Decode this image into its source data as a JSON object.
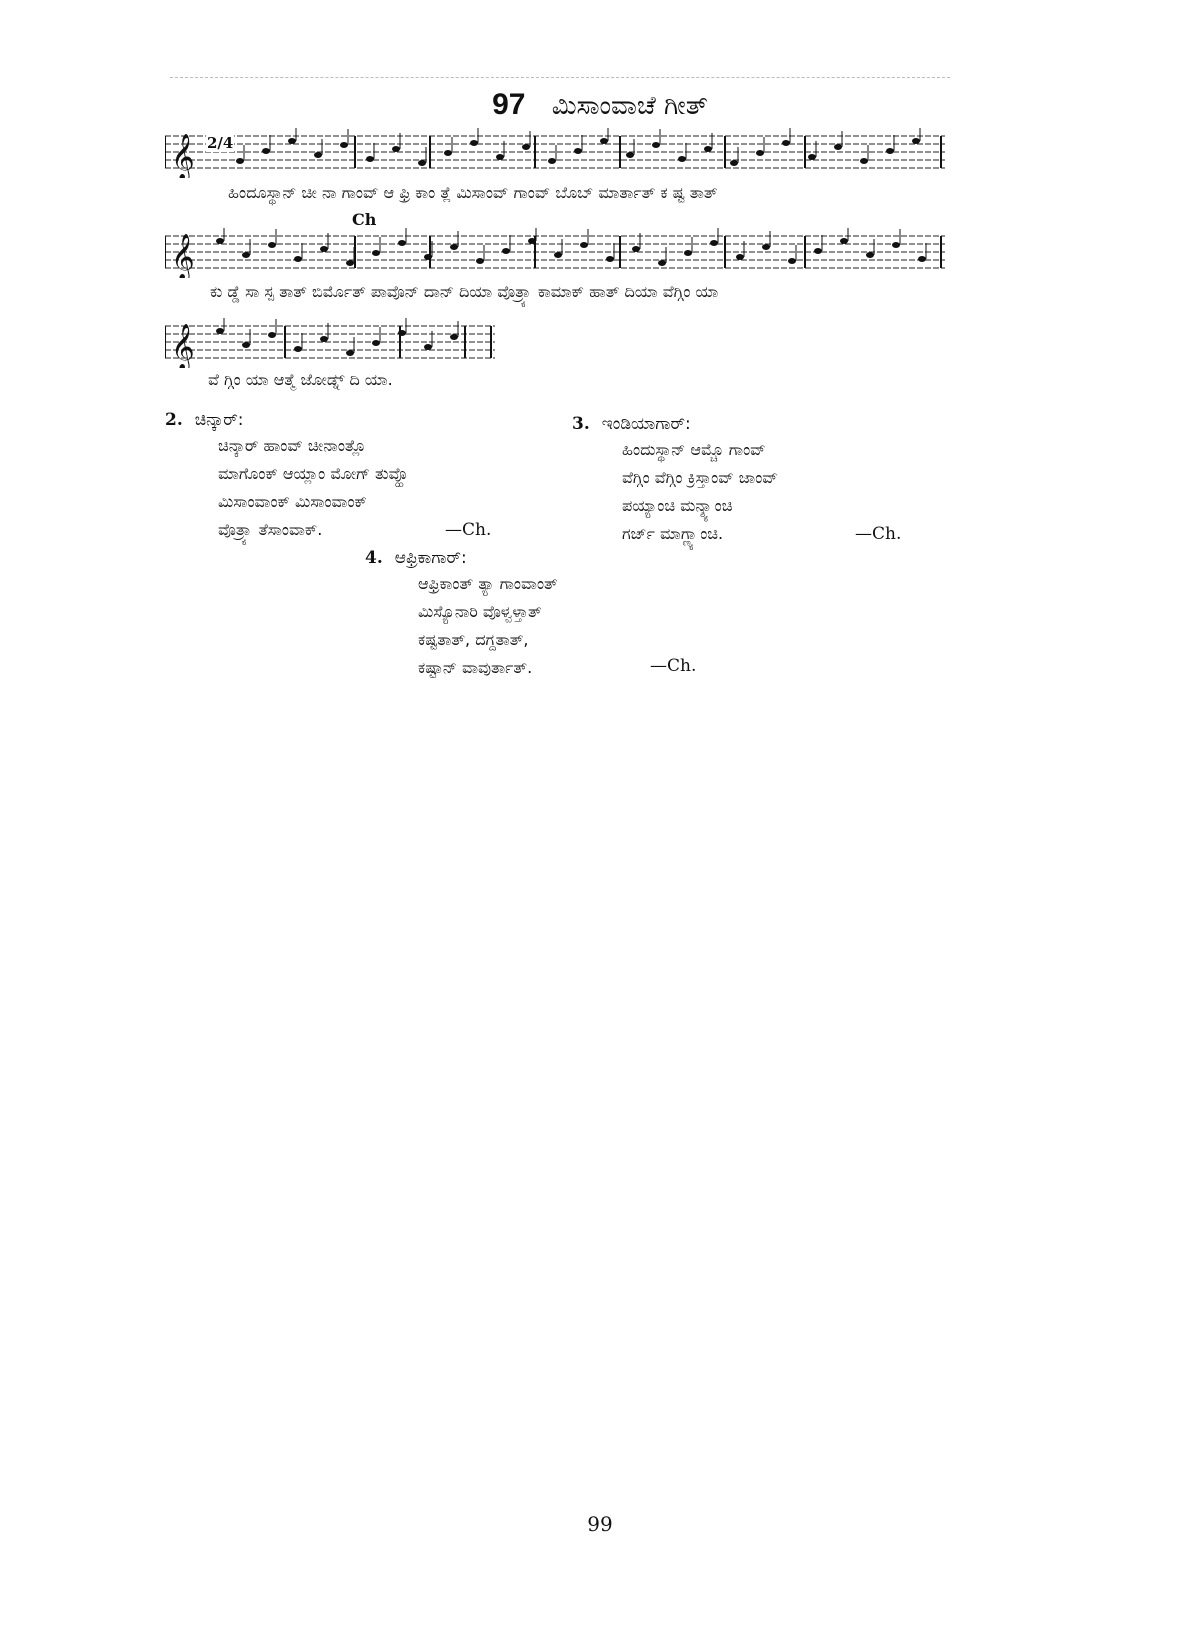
{
  "hymn": {
    "number": "97",
    "title": "ಮಿಸಾಂವಾಚೆ ಗೀತ್",
    "time_signature": "2/4",
    "chorus_marker": "Ch",
    "lyrics": [
      "ಹಿಂದೂಸ್ಥಾನ್ ಚೀ ನಾ ಗಾಂವ್ ಆ ಫ್ರಿ ಕಾಂ ತ್ಲೆ  ಮಿಸಾಂವ್ ಗಾಂವ್ ಬೊಬ್ ಮಾರ್ತಾತ್ ಕ ಷ್ಟ ತಾತ್",
      "ಕು ಡ್ಡೆ ಸಾ ಸ್ಪ ತಾತ್   ಬಿರ್ಮೊತ್ ಪಾವೊನ್ ದಾನ್ ದಿಯಾ ವೊತ್ರ್ಯಾ ಕಾಮಾಕ್ ಹಾತ್ ದಿಯಾ ವೆಗ್ಗಿಂ ಯಾ",
      "ವೆ ಗ್ಗಿಂ ಯಾ ಆತ್ಮೆ ಜೋಡ್ನ್ ದಿ ಯಾ."
    ]
  },
  "verses": [
    {
      "number": "2.",
      "heading": "ಚಿನ್ಕಾರ್:",
      "lines": [
        "ಚಿನ್ಕಾರ್ ಹಾಂವ್ ಚೀನಾಂತ್ಲೊ",
        "ಮಾಗೊಂಕ್ ಆಯ್ಲಾಂ ಮೋಗ್ ತುವ್ಹೊ",
        "ಮಿಸಾಂವಾಂಕ್ ಮಿಸಾಂವಾಂಕ್",
        "ವೊತ್ರ್ಯಾ ತೆಸಾಂವಾಕ್."
      ],
      "refrain": "—Ch."
    },
    {
      "number": "3.",
      "heading": "ಇಂಡಿಯಾಗಾರ್:",
      "lines": [
        "ಹಿಂದುಸ್ಥಾನ್ ಆಮ್ಚೊ ಗಾಂವ್",
        "ವೆಗ್ಗಿಂ ವೆಗ್ಗಿಂ ಕ್ರಿಸ್ತಾಂವ್ ಜಾಂವ್",
        "ಪಯ್ಯಾಂಚಿ ಮನ್ಶ್ಯಾಂಚಿ",
        "ಗರ್ಜ್ ಮಾಗ್ಣ್ಯಾಂಚಿ."
      ],
      "refrain": "—Ch."
    },
    {
      "number": "4.",
      "heading": "ಆಫ್ರಿಕಾಗಾರ್:",
      "lines": [
        "ಆಫ್ರಿಕಾಂತ್ ತ್ಯಾ ಗಾಂವಾಂತ್",
        "ಮಿಸ್ಯೊನಾರಿ ವೊಳ್ವಳ್ತಾತ್",
        "ಕಷ್ಟತಾತ್, ದಗ್ದತಾತ್,",
        "ಕಷ್ಟಾನ್ ವಾವುರ್ತಾತ್."
      ],
      "refrain": "—Ch."
    }
  ],
  "page_number": "99"
}
